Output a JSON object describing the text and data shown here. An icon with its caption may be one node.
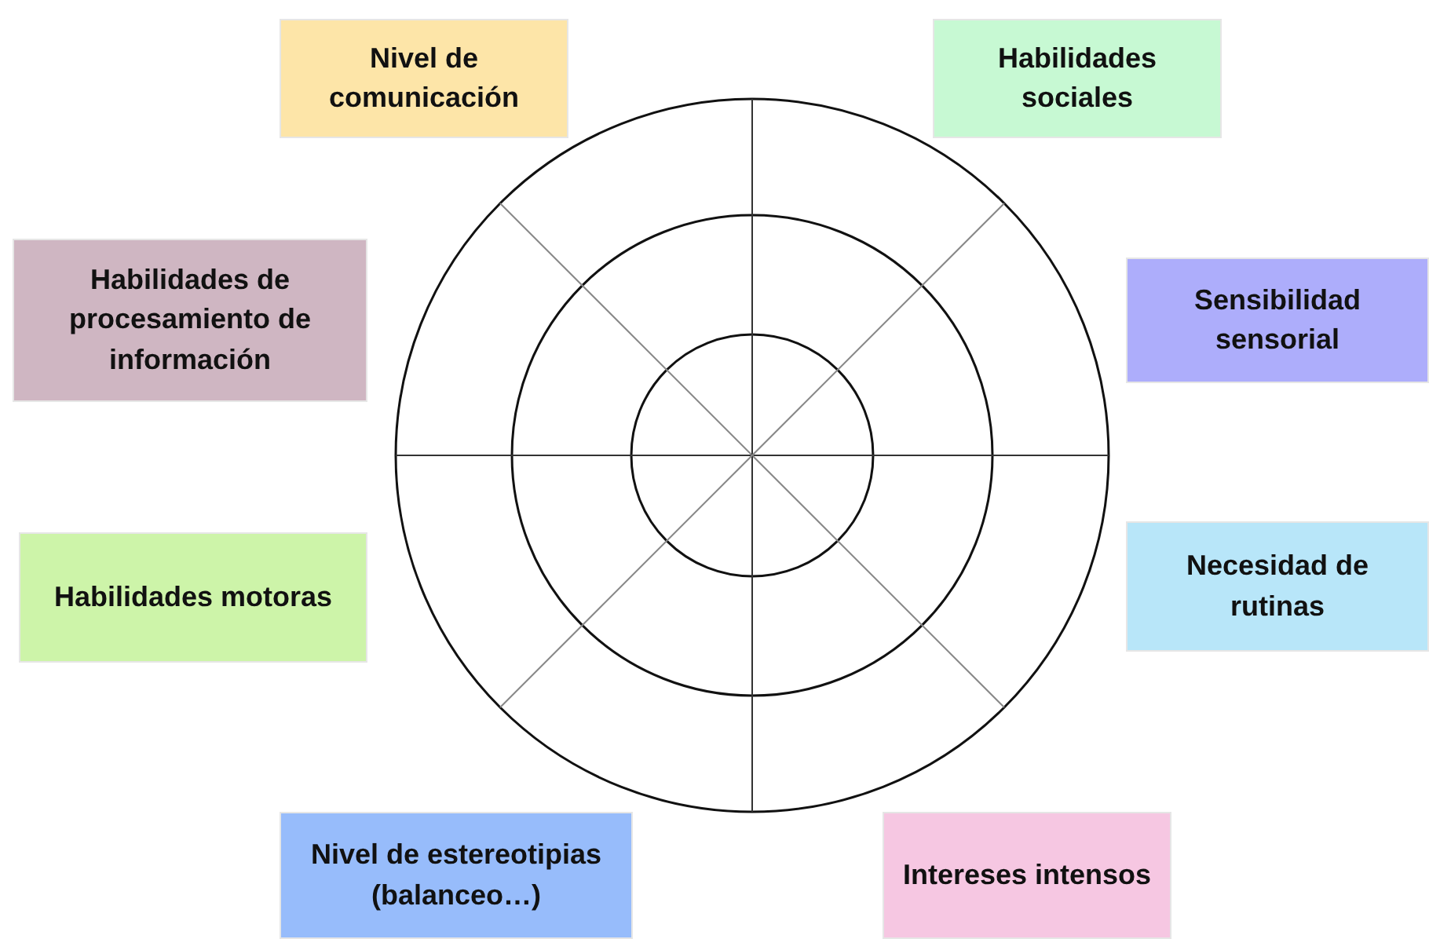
{
  "diagram": {
    "nodes": [
      {
        "text": [
          "Nivel de comunicación"
        ]
      },
      {
        "text": [
          "Habilidades sociales"
        ]
      },
      {
        "text": [
          "Habilidades de procesamiento de información"
        ]
      },
      {
        "text": [
          "Sensibilidad sensorial"
        ]
      },
      {
        "text": [
          "Habilidades motoras"
        ]
      },
      {
        "text": [
          "Necesidad de rutinas"
        ]
      },
      {
        "text": [
          "Nivel de estereotipias (balanceo…)"
        ]
      },
      {
        "text": [
          "Intereses intensos"
        ]
      }
    ]
  }
}
